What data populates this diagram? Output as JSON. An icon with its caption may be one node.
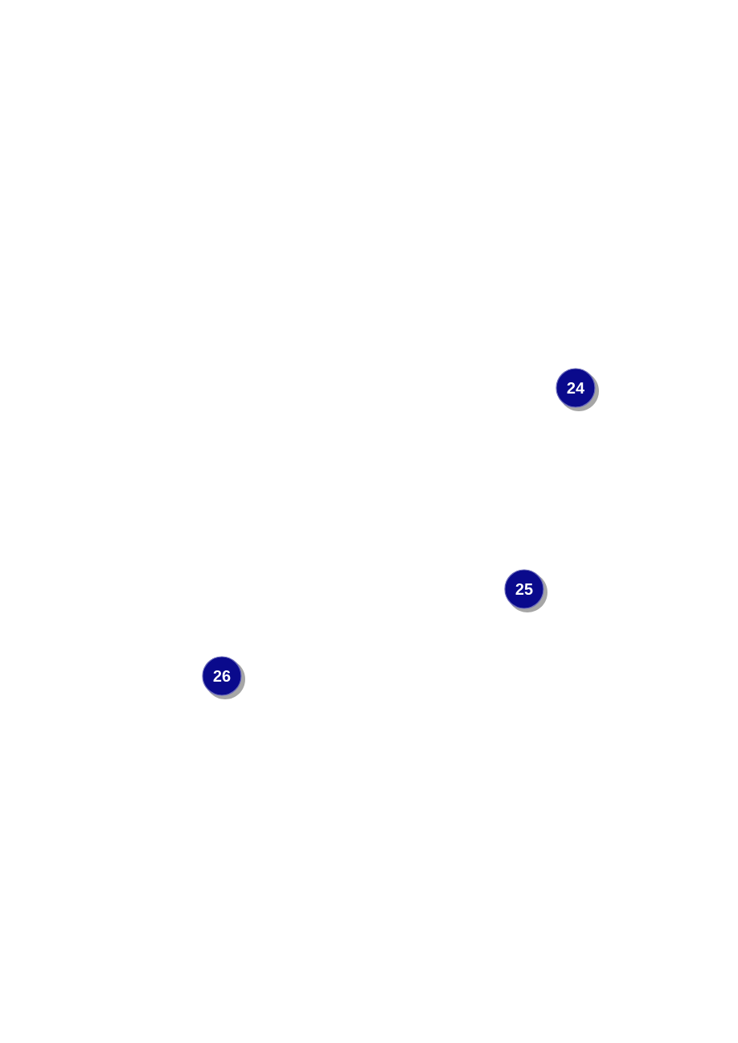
{
  "diagram": {
    "nodes": [
      {
        "text": [
          "24"
        ]
      },
      {
        "text": [
          "25"
        ]
      },
      {
        "text": [
          "26"
        ]
      }
    ]
  }
}
